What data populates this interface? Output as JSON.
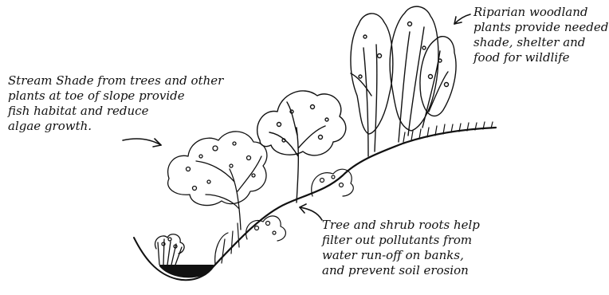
{
  "annotations": {
    "riparian": {
      "lines": [
        "Riparian woodland",
        "plants provide needed",
        "shade, shelter and",
        "food for wildlife"
      ]
    },
    "shade": {
      "lines": [
        "Stream Shade from trees and other",
        "plants at toe of slope provide",
        "fish habitat and reduce",
        "algae growth."
      ]
    },
    "roots": {
      "lines": [
        "Tree and shrub roots help",
        "filter out pollutants from",
        "water run-off on banks,",
        "and prevent soil erosion"
      ]
    }
  },
  "colors": {
    "ink": "#111111",
    "background": "#ffffff"
  }
}
